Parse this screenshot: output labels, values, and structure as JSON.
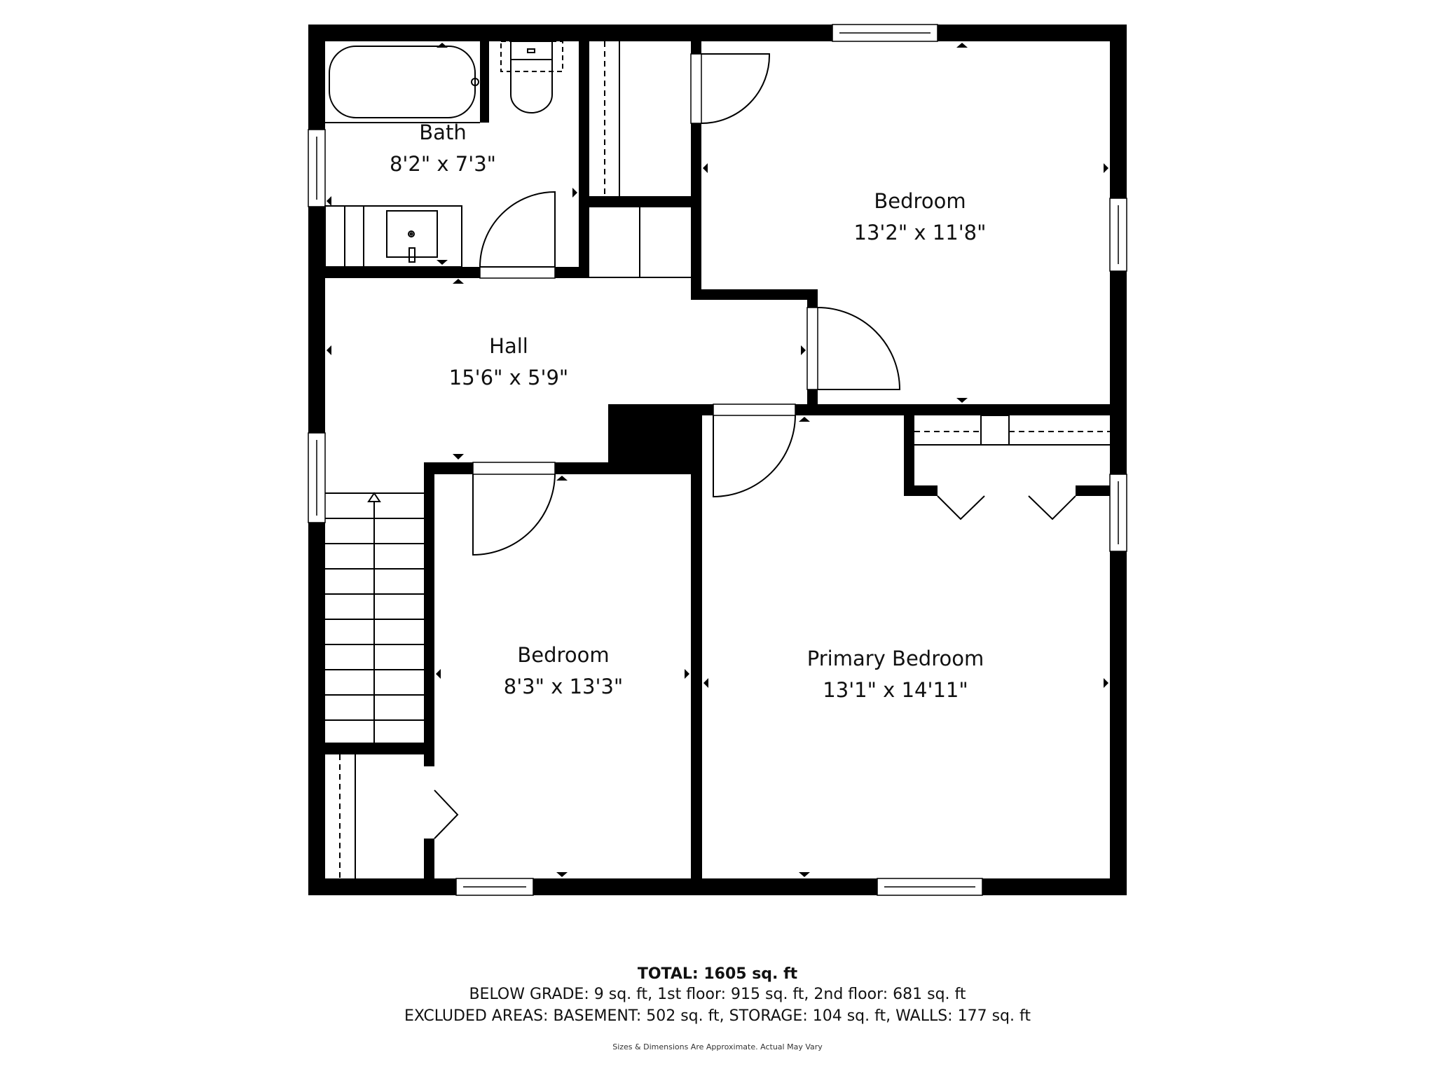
{
  "floor_plan": {
    "colors": {
      "wall": "#000000",
      "background": "#ffffff",
      "line": "#000000"
    },
    "rooms": [
      {
        "id": "bath",
        "name": "Bath",
        "dimensions": "8'2\" x 7'3\""
      },
      {
        "id": "bedroom-top",
        "name": "Bedroom",
        "dimensions": "13'2\" x 11'8\""
      },
      {
        "id": "hall",
        "name": "Hall",
        "dimensions": "15'6\" x 5'9\""
      },
      {
        "id": "bedroom-small",
        "name": "Bedroom",
        "dimensions": "8'3\" x 13'3\""
      },
      {
        "id": "primary-bedroom",
        "name": "Primary Bedroom",
        "dimensions": "13'1\" x 14'11\""
      }
    ],
    "fixtures": [
      "bathtub-icon",
      "toilet-icon",
      "sink-vanity-icon",
      "stairs-icon",
      "closet-icon",
      "window-icon",
      "door-icon"
    ]
  },
  "footer": {
    "total": "TOTAL: 1605 sq. ft",
    "line2": "BELOW GRADE: 9 sq. ft, 1st floor: 915 sq. ft, 2nd floor: 681 sq. ft",
    "line3": "EXCLUDED AREAS: BASEMENT: 502 sq. ft, STORAGE: 104 sq. ft, WALLS: 177 sq. ft",
    "note": "Sizes & Dimensions Are Approximate. Actual May Vary"
  }
}
